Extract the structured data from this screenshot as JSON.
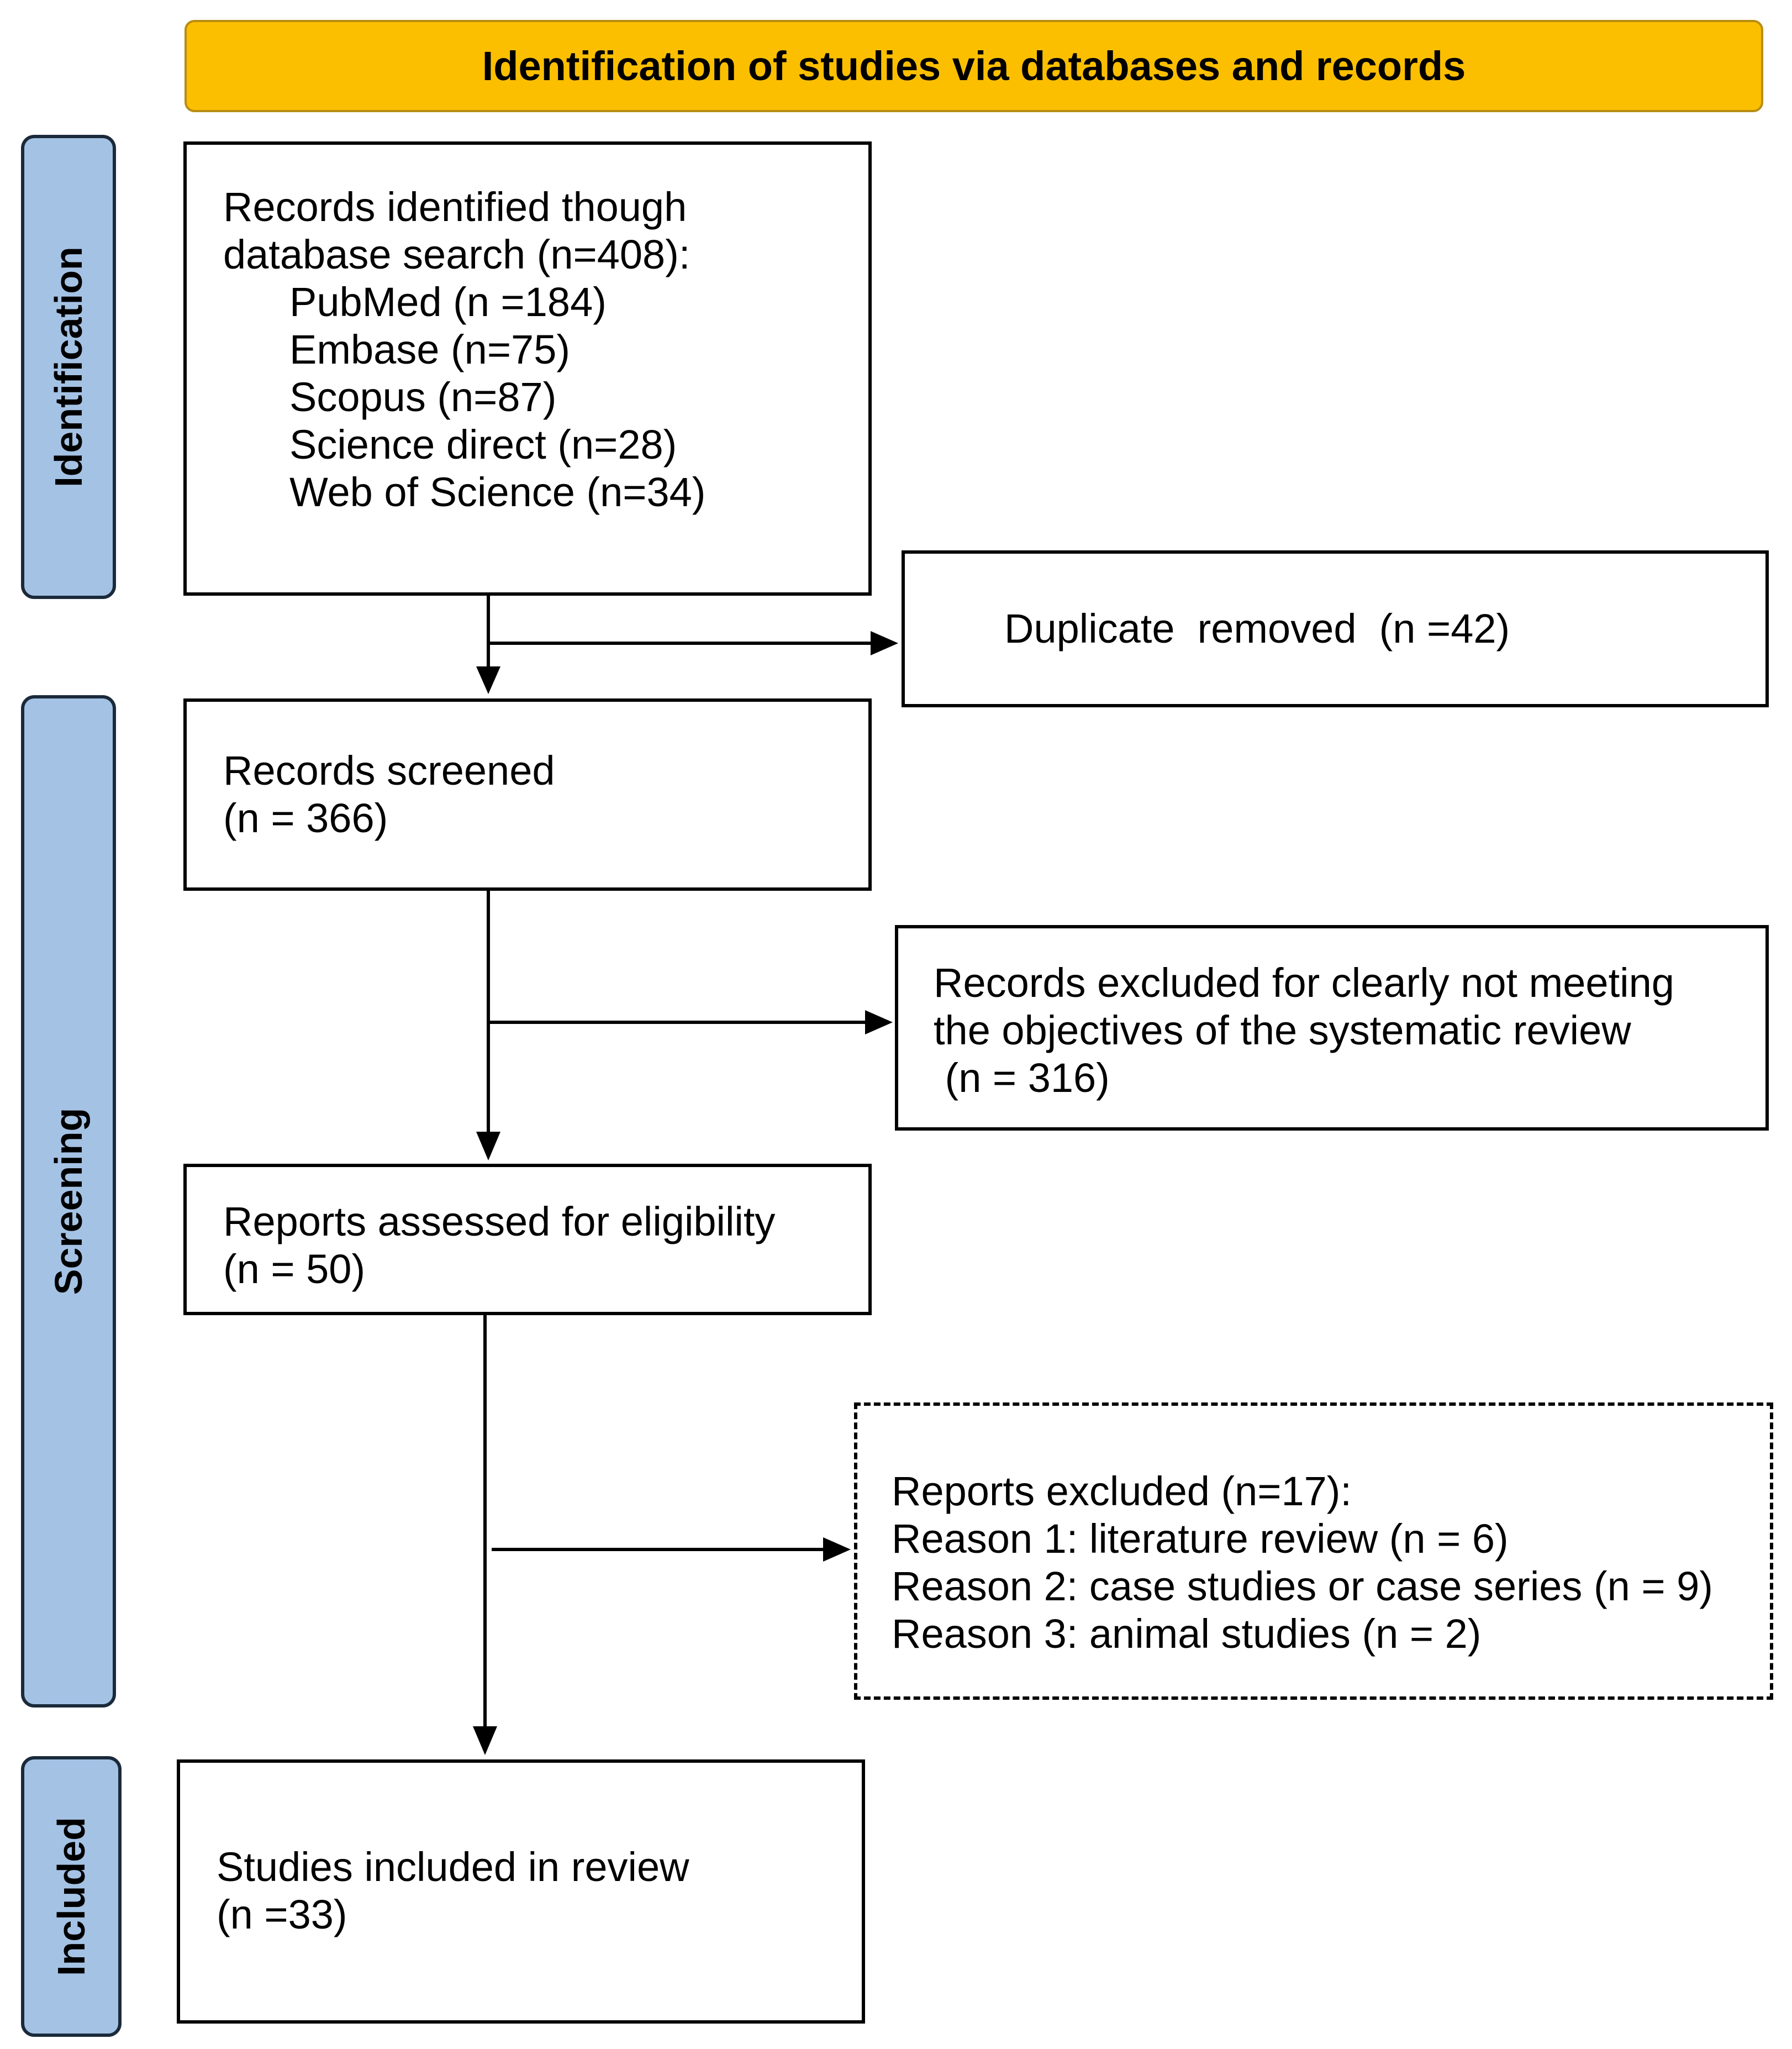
{
  "header": {
    "title": "Identification of studies via databases and records"
  },
  "phases": {
    "identification": "Identification",
    "screening": "Screening",
    "included": "Included"
  },
  "boxes": {
    "records_identified": {
      "line1": "Records identified though",
      "line2": "database search (n=408):",
      "sources": [
        "PubMed (n =184)",
        "Embase (n=75)",
        "Scopus (n=87)",
        "Science direct (n=28)",
        "Web of Science (n=34)"
      ]
    },
    "duplicates_removed": "Duplicate  removed  (n =42)",
    "records_screened": {
      "line1": "Records screened",
      "line2": "(n = 366)"
    },
    "records_excluded": {
      "line1": "Records excluded for clearly not meeting",
      "line2": "the objectives of the systematic review",
      "line3": " (n = 316)"
    },
    "reports_assessed": {
      "line1": "Reports assessed for eligibility",
      "line2": "(n = 50)"
    },
    "reports_excluded": {
      "line1": "Reports excluded (n=17):",
      "reasons": [
        "Reason 1: literature review (n = 6)",
        "Reason 2: case studies or case series (n = 9)",
        "Reason 3: animal studies (n = 2)"
      ]
    },
    "studies_included": {
      "line1": "Studies included in review",
      "line2": "(n =33)"
    }
  }
}
